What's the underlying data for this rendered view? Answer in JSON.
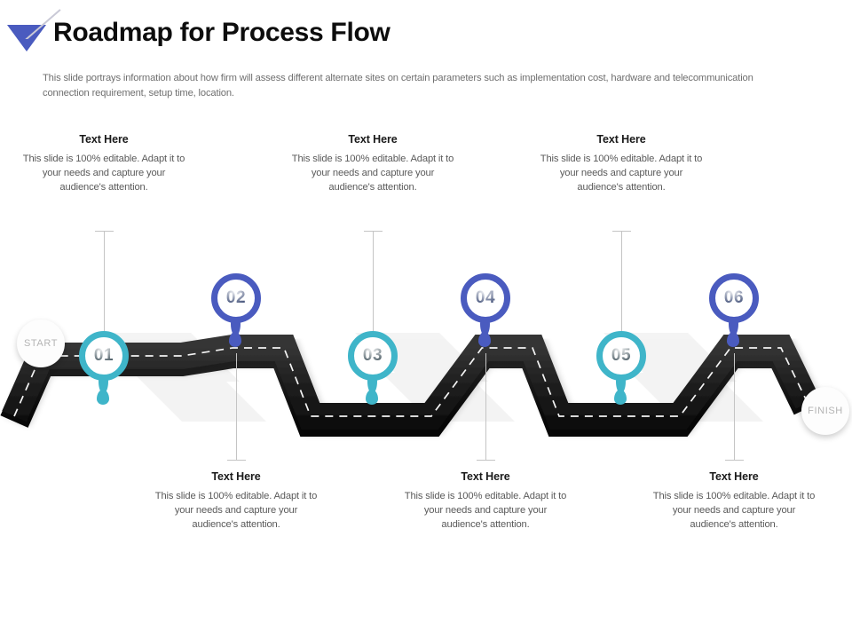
{
  "header": {
    "title": "Roadmap for Process Flow",
    "subtitle": "This slide portrays information about how firm will assess different alternate sites on certain parameters such as implementation cost, hardware and telecommunication connection requirement,  setup time,  location.",
    "logo_icon": "triangle-down-icon"
  },
  "colors": {
    "teal": "#3fb5c9",
    "blue": "#4a5bbf",
    "road": "#1c1c1c",
    "title_text": "#0d0d0d",
    "body_text": "#5a5a5a",
    "endpoint_text": "#b4b4b4"
  },
  "roadmap": {
    "start_label": "START",
    "finish_label": "FINISH",
    "steps": [
      {
        "number": "01",
        "color": "teal",
        "position": "low",
        "label_side": "top",
        "title": "Text Here",
        "body": "This slide is 100% editable. Adapt it to your needs and capture your audience's attention."
      },
      {
        "number": "02",
        "color": "blue",
        "position": "high",
        "label_side": "bottom",
        "title": "Text Here",
        "body": "This slide is 100% editable. Adapt it to your needs and capture your audience's attention."
      },
      {
        "number": "03",
        "color": "teal",
        "position": "low",
        "label_side": "top",
        "title": "Text Here",
        "body": "This slide is 100% editable. Adapt it to your needs and capture your audience's attention."
      },
      {
        "number": "04",
        "color": "blue",
        "position": "high",
        "label_side": "bottom",
        "title": "Text Here",
        "body": "This slide is 100% editable. Adapt it to your needs and capture your audience's attention."
      },
      {
        "number": "05",
        "color": "teal",
        "position": "low",
        "label_side": "top",
        "title": "Text Here",
        "body": "This slide is 100% editable. Adapt it to your needs and capture your audience's attention."
      },
      {
        "number": "06",
        "color": "blue",
        "position": "high",
        "label_side": "bottom",
        "title": "Text Here",
        "body": "This slide is 100% editable. Adapt it to your needs and capture your audience's attention."
      }
    ]
  }
}
